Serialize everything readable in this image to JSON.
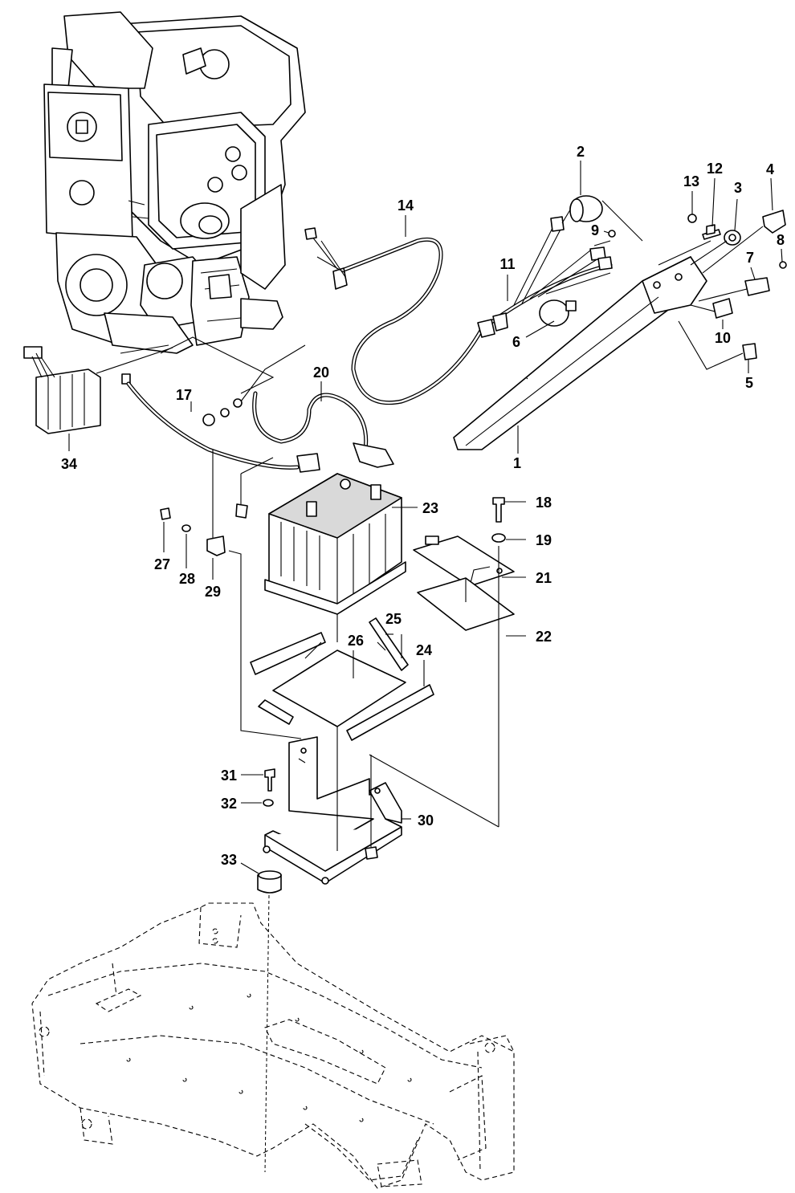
{
  "diagram": {
    "callouts": [
      "1",
      "2",
      "3",
      "4",
      "5",
      "6",
      "7",
      "8",
      "9",
      "10",
      "11",
      "12",
      "13",
      "14",
      "17",
      "18",
      "19",
      "20",
      "21",
      "22",
      "23",
      "24",
      "25",
      "26",
      "27",
      "28",
      "29",
      "30",
      "31",
      "32",
      "33",
      "34"
    ]
  },
  "colors": {
    "line": "#000000",
    "fill": "#ffffff",
    "shade": "#d9d9d9"
  }
}
